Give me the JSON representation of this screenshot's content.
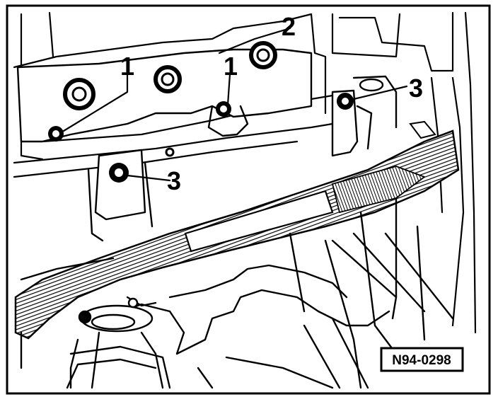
{
  "diagram": {
    "callouts": {
      "bolt_upper_left": "1",
      "bolt_upper_middle": "1",
      "panel": "2",
      "clip_right": "3",
      "clip_left": "3"
    },
    "reference_code": "N94-0298",
    "colors": {
      "ink": "#000000",
      "paper": "#ffffff"
    }
  }
}
